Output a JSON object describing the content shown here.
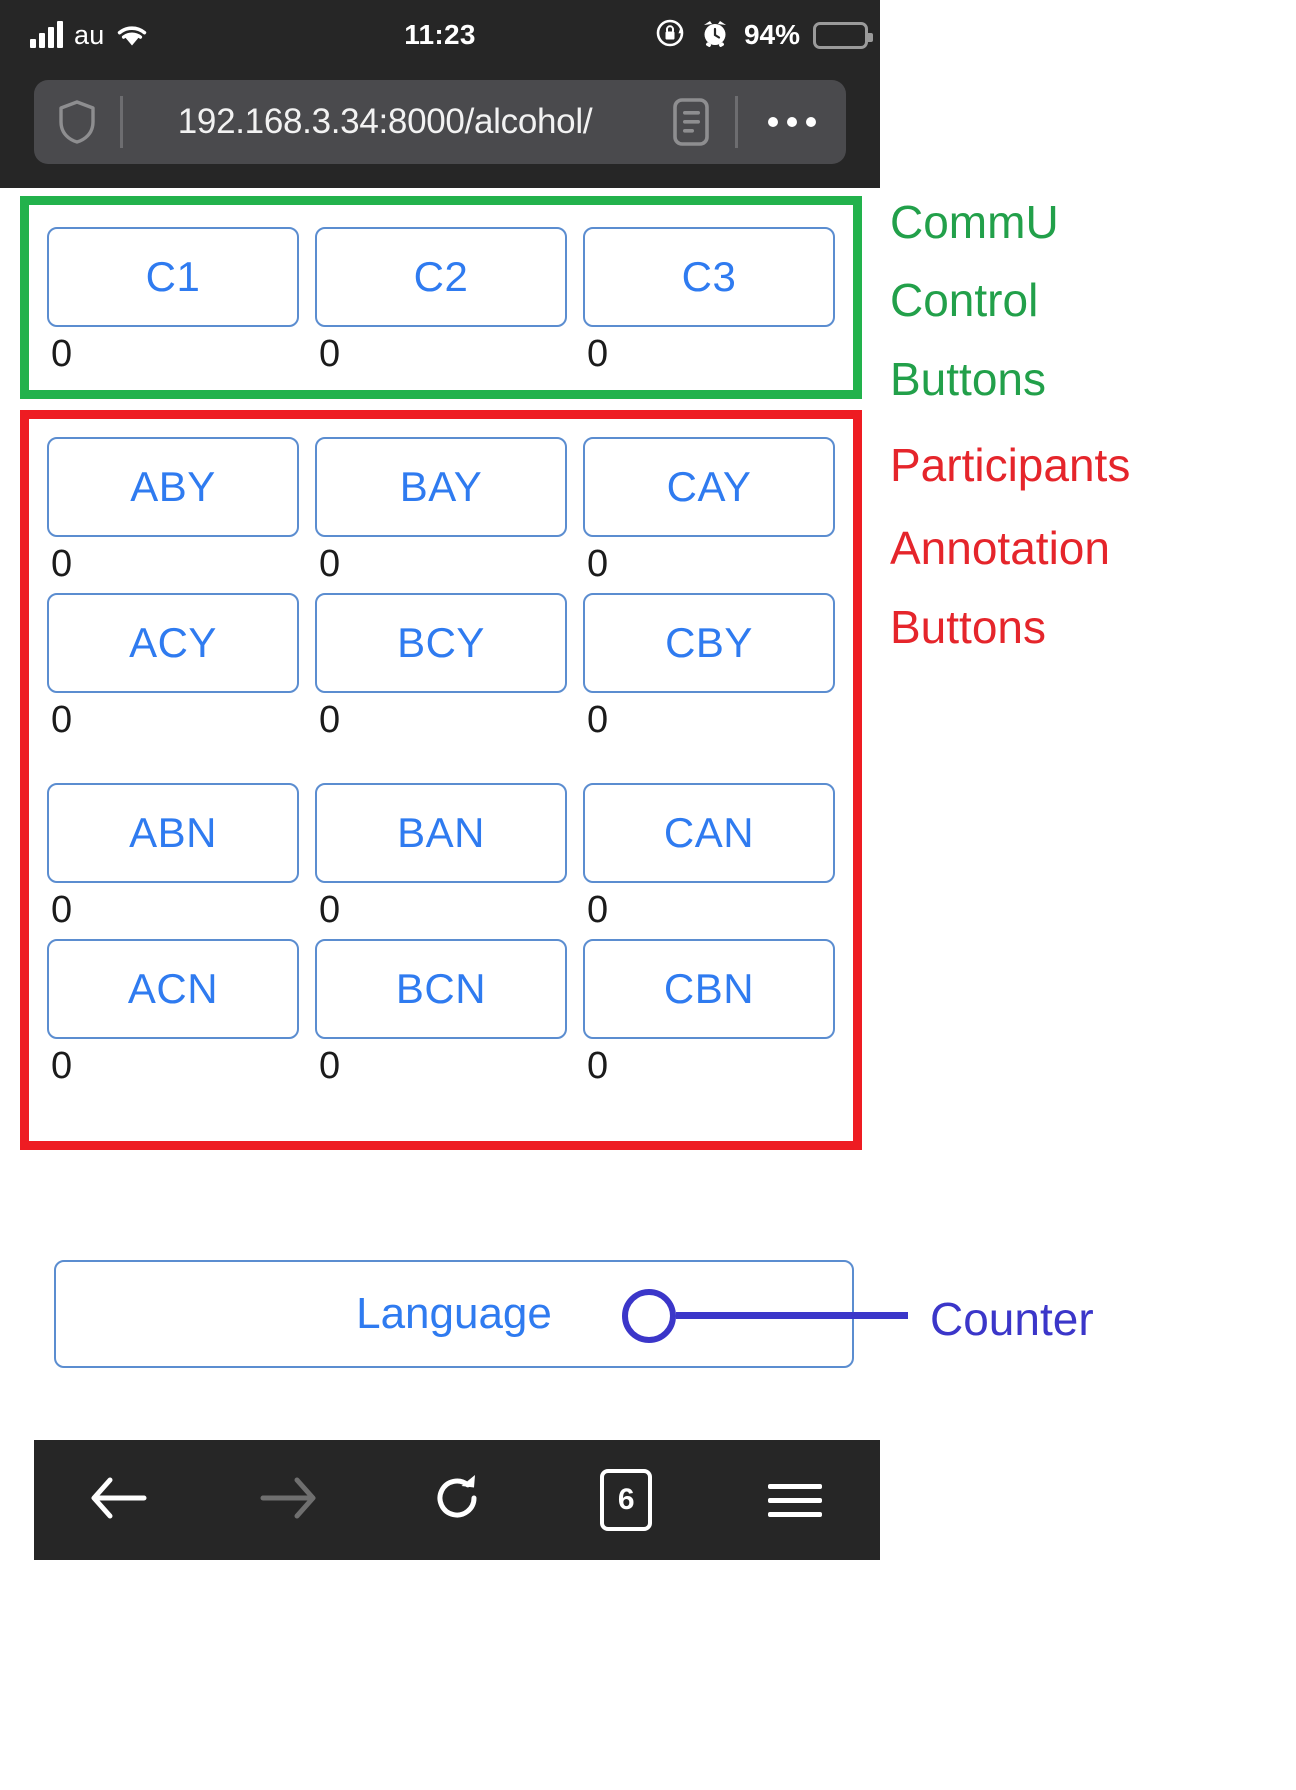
{
  "statusbar": {
    "carrier": "au",
    "signal_icon": "signal-bars-icon",
    "wifi_icon": "wifi-icon",
    "time": "11:23",
    "rotation_lock_icon": "rotation-lock-icon",
    "alarm_icon": "alarm-clock-icon",
    "battery_percent": "94%",
    "battery_icon": "battery-icon",
    "battery_color": "#f2d246"
  },
  "browser": {
    "shield_icon": "shield-icon",
    "url": "192.168.3.34:8000/alcohol/",
    "reader_icon": "reader-mode-icon",
    "more_icon": "more-options-icon"
  },
  "page": {
    "control_section": {
      "buttons": [
        {
          "label": "C1",
          "count": "0"
        },
        {
          "label": "C2",
          "count": "0"
        },
        {
          "label": "C3",
          "count": "0"
        }
      ]
    },
    "annotation_section": {
      "rows": [
        [
          {
            "label": "ABY",
            "count": "0"
          },
          {
            "label": "BAY",
            "count": "0"
          },
          {
            "label": "CAY",
            "count": "0"
          }
        ],
        [
          {
            "label": "ACY",
            "count": "0"
          },
          {
            "label": "BCY",
            "count": "0"
          },
          {
            "label": "CBY",
            "count": "0"
          }
        ],
        [
          {
            "label": "ABN",
            "count": "0"
          },
          {
            "label": "BAN",
            "count": "0"
          },
          {
            "label": "CAN",
            "count": "0"
          }
        ],
        [
          {
            "label": "ACN",
            "count": "0"
          },
          {
            "label": "BCN",
            "count": "0"
          },
          {
            "label": "CBN",
            "count": "0"
          }
        ]
      ]
    },
    "language_button": "Language"
  },
  "navbar": {
    "back_icon": "back-arrow-icon",
    "forward_icon": "forward-arrow-icon",
    "reload_icon": "reload-icon",
    "tab_count": "6",
    "menu_icon": "hamburger-menu-icon"
  },
  "annotations": {
    "green": {
      "color": "#22a04a",
      "line1": "CommU",
      "line2": "Control",
      "line3": "Buttons"
    },
    "red": {
      "color": "#e5252b",
      "line1": "Participants",
      "line2": "Annotation",
      "line3": "Buttons"
    },
    "blue": {
      "color": "#3b36c9",
      "label": "Counter"
    }
  }
}
